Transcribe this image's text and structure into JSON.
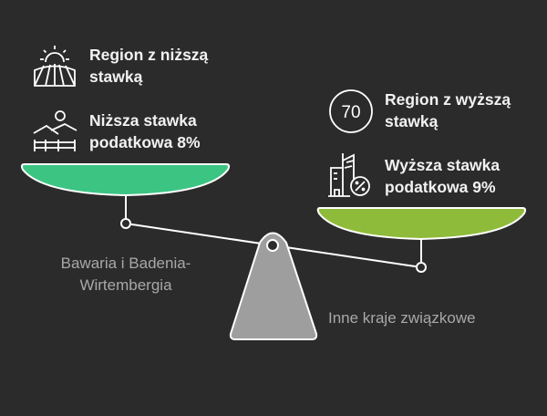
{
  "colors": {
    "background": "#2b2b2b",
    "left_bowl": "#3cc483",
    "right_bowl": "#8fbb3a",
    "pedestal": "#9e9e9e",
    "stroke": "#ffffff",
    "label_text": "#f2f2f2",
    "caption_text": "#a8a8a8"
  },
  "left_side": {
    "items": [
      {
        "icon": "sunrise-field-icon",
        "text_line1": "Region z niższą",
        "text_line2": "stawką"
      },
      {
        "icon": "countryside-fence-icon",
        "text_line1": "Niższa stawka",
        "text_line2": "podatkowa 8%"
      }
    ],
    "caption_line1": "Bawaria i Badenia-",
    "caption_line2": "Wirtembergia"
  },
  "right_side": {
    "items": [
      {
        "icon": "speed-70-icon",
        "icon_text": "70",
        "text_line1": "Region z wyższą",
        "text_line2": "stawką"
      },
      {
        "icon": "city-percent-icon",
        "text_line1": "Wyższa stawka",
        "text_line2": "podatkowa 9%"
      }
    ],
    "caption": "Inne kraje związkowe"
  }
}
